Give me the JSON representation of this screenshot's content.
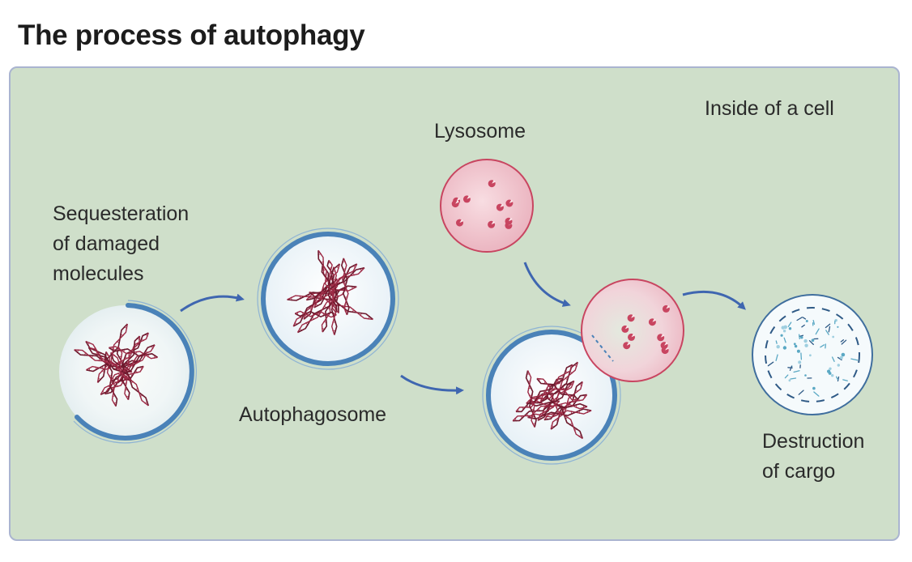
{
  "title": "The process of autophagy",
  "labels": {
    "inside_cell": "Inside of a cell",
    "lysosome": "Lysosome",
    "sequestration": [
      "Sequesteration",
      "of damaged",
      "molecules"
    ],
    "autophagosome": "Autophagosome",
    "destruction": [
      "Destruction",
      "of cargo"
    ]
  },
  "colors": {
    "panel_background": "#cfdfca",
    "panel_border": "#aab4d0",
    "membrane": "#4a82b8",
    "arrow": "#3f66b0",
    "lysosome_fill": "#f2c7cf",
    "lysosome_edge": "#c84560",
    "molecule_strand": "#6e1a2e",
    "molecule_rung": "#c0506a",
    "debris": "#5aa8c4"
  }
}
